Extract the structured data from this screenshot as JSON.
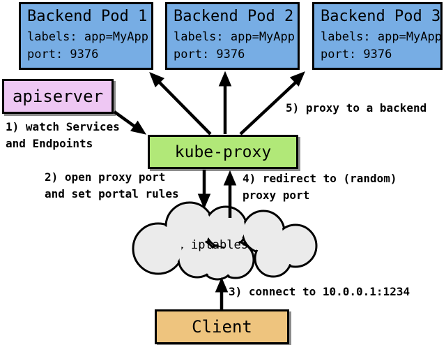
{
  "diagram": {
    "pods": [
      {
        "title": "Backend Pod 1",
        "labels": "labels: app=MyApp",
        "port": "port: 9376"
      },
      {
        "title": "Backend Pod 2",
        "labels": "labels: app=MyApp",
        "port": "port: 9376"
      },
      {
        "title": "Backend Pod 3",
        "labels": "labels: app=MyApp",
        "port": "port: 9376"
      }
    ],
    "nodes": {
      "apiserver": "apiserver",
      "kube_proxy": "kube-proxy",
      "iptables": "iptables",
      "client": "Client"
    },
    "annotations": {
      "step1": "1) watch Services\nand Endpoints",
      "step2": "2) open proxy port\nand set portal rules",
      "step3": "3) connect to 10.0.0.1:1234",
      "step4": "4) redirect to (random)\nproxy port",
      "step5": "5) proxy to a backend"
    },
    "colors": {
      "pod_fill": "#77ade4",
      "apiserver_fill": "#eec7f3",
      "kube_proxy_fill": "#b1e878",
      "client_fill": "#eec47e",
      "cloud_fill": "#ebebeb",
      "outline": "#000000"
    }
  }
}
